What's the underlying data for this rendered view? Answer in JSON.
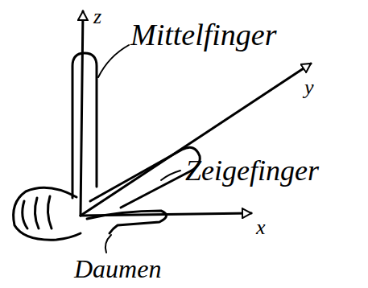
{
  "diagram": {
    "labels": [
      "z",
      "Mittelfinger",
      "y",
      "Zeigefinger",
      "x",
      "Daumen"
    ]
  }
}
